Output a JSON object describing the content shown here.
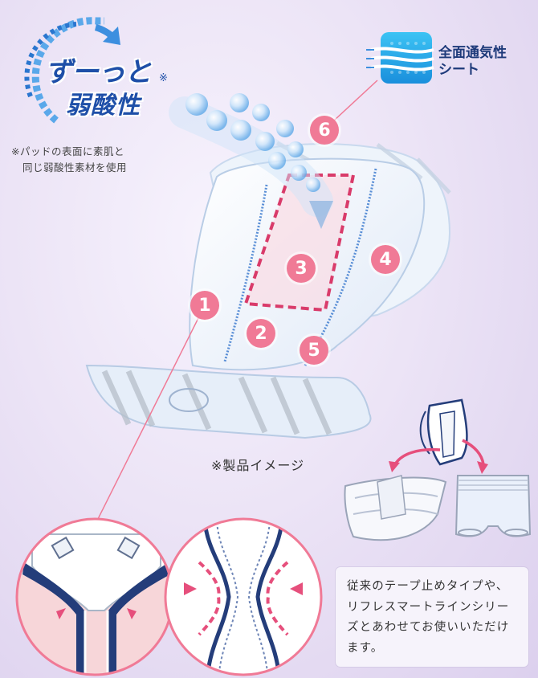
{
  "logo": {
    "line1": "ずーっと",
    "line2": "弱酸性",
    "mark": "※",
    "footnote_line1": "※パッドの表面に素肌と",
    "footnote_line2": "同じ弱酸性素材を使用",
    "colors": {
      "text": "#1e4fa8",
      "arrow": "#3d8fdf"
    }
  },
  "sheet_badge": {
    "label_line1": "全面通気性",
    "label_line2": "シート",
    "icon": "breathable-sheet-icon",
    "color": "#21a7e6"
  },
  "product": {
    "callouts": [
      "1",
      "2",
      "3",
      "4",
      "5",
      "6"
    ],
    "callout_color": "#f07a96",
    "caption": "※製品イメージ"
  },
  "details": {
    "left_circle": "waist-gathers-detail",
    "right_circle": "leak-guard-detail"
  },
  "compat_note": {
    "text": "従来のテープ止めタイプや、リフレスマートラインシリーズとあわせてお使いいただけます。",
    "icons": [
      "pad-icon",
      "tape-diaper-icon",
      "pants-icon"
    ]
  }
}
